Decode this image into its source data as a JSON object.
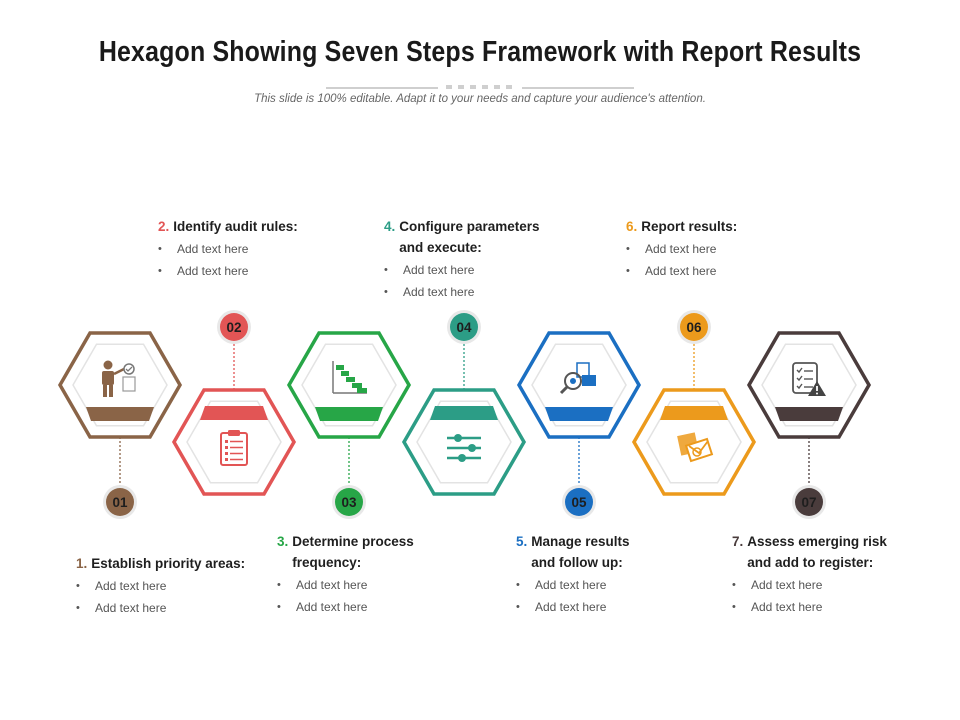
{
  "title": "Hexagon Showing Seven Steps Framework with Report Results",
  "subtitle": "This slide is 100% editable. Adapt it to your needs and capture your audience's attention.",
  "steps": [
    {
      "badge": "01",
      "num": "1.",
      "label": "Establish priority areas:",
      "color": "#8a6447",
      "icon": "presenter-icon",
      "bullets": [
        "Add text here",
        "Add text here"
      ]
    },
    {
      "badge": "02",
      "num": "2.",
      "label": "Identify audit rules:",
      "color": "#e25555",
      "icon": "clipboard-checklist-icon",
      "bullets": [
        "Add text here",
        "Add text here"
      ]
    },
    {
      "badge": "03",
      "num": "3.",
      "label": "Determine process frequency:",
      "color": "#27a647",
      "icon": "gantt-chart-icon",
      "bullets": [
        "Add text here",
        "Add text here"
      ]
    },
    {
      "badge": "04",
      "num": "4.",
      "label": "Configure parameters and execute:",
      "color": "#2c9d86",
      "icon": "sliders-icon",
      "bullets": [
        "Add text here",
        "Add text here"
      ]
    },
    {
      "badge": "05",
      "num": "5.",
      "label": "Manage results and follow up:",
      "color": "#1b6fc2",
      "icon": "magnifier-documents-icon",
      "bullets": [
        "Add text here",
        "Add text here"
      ]
    },
    {
      "badge": "06",
      "num": "6.",
      "label": "Report results:",
      "color": "#ec9a1c",
      "icon": "report-envelope-icon",
      "bullets": [
        "Add text here",
        "Add text here"
      ]
    },
    {
      "badge": "07",
      "num": "7.",
      "label": "Assess emerging risk and add to register:",
      "color": "#4a3c3c",
      "icon": "checklist-warning-icon",
      "bullets": [
        "Add text here",
        "Add text here"
      ]
    }
  ]
}
